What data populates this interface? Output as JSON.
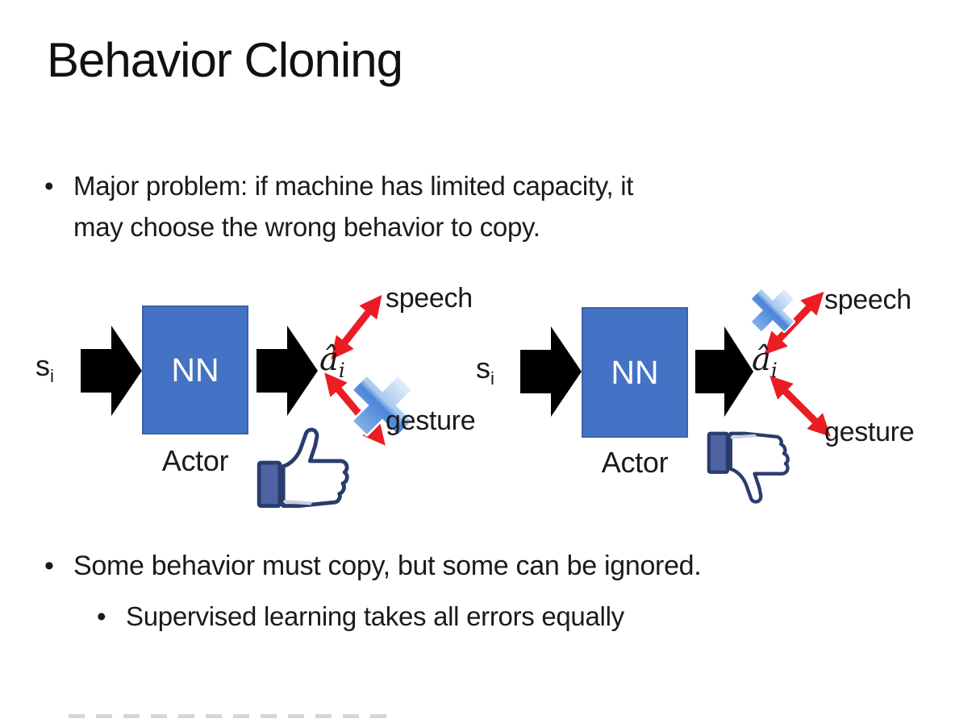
{
  "slide": {
    "title": "Behavior Cloning",
    "bullet1": {
      "marker": "•",
      "lines": [
        "Major problem: if machine has limited capacity, it",
        "may choose the wrong behavior to copy."
      ]
    },
    "bullet2": {
      "marker": "•",
      "text": "Some behavior must copy, but some can be ignored."
    },
    "bullet2_sub": {
      "marker": "•",
      "text": "Supervised learning takes all errors equally"
    },
    "diagrams": {
      "left": {
        "input": "s",
        "input_sub": "i",
        "nn_label": "NN",
        "role_label": "Actor",
        "output": "â",
        "output_sub": "i",
        "action_top": "speech",
        "action_bottom": "gesture",
        "crossed_out": "gesture",
        "feedback_icon": "thumbs-up"
      },
      "right": {
        "input": "s",
        "input_sub": "i",
        "nn_label": "NN",
        "role_label": "Actor",
        "output": "â",
        "output_sub": "i",
        "action_top": "speech",
        "action_bottom": "gesture",
        "crossed_out": "speech",
        "feedback_icon": "thumbs-down"
      }
    },
    "colors": {
      "nn_box_fill": "#4472C4",
      "nn_box_border": "#3A62A8",
      "block_arrow_black": "#000000",
      "double_arrow_red": "#EC1C24",
      "cross_icon_blue": "#4C86D8",
      "thumb_outline_navy": "#2A3C6E",
      "thumb_cuff_fill": "#4F63A2",
      "text": "#1A1A1A"
    }
  }
}
